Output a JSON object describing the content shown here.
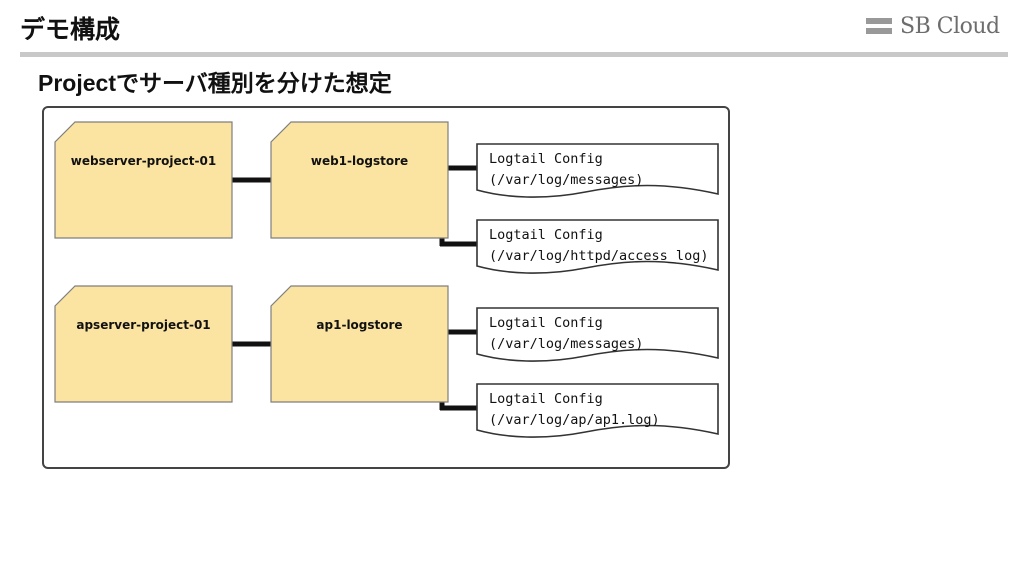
{
  "header": {
    "title": "デモ構成",
    "logo_text": "SB Cloud"
  },
  "subtitle": "Projectでサーバ種別を分けた想定",
  "diagram": {
    "projects": [
      {
        "name": "webserver-project-01",
        "logstore": "web1-logstore",
        "configs": [
          {
            "line1": "Logtail Config",
            "line2": "(/var/log/messages)"
          },
          {
            "line1": "Logtail Config",
            "line2": "(/var/log/httpd/access_log)"
          }
        ]
      },
      {
        "name": "apserver-project-01",
        "logstore": "ap1-logstore",
        "configs": [
          {
            "line1": "Logtail Config",
            "line2": "(/var/log/messages)"
          },
          {
            "line1": "Logtail Config",
            "line2": "(/var/log/ap/ap1.log)"
          }
        ]
      }
    ],
    "colors": {
      "box_fill": "#fbe3a1",
      "box_stroke": "#7f7f7f",
      "connector": "#111111",
      "config_fill": "#ffffff",
      "config_stroke": "#333333"
    }
  }
}
